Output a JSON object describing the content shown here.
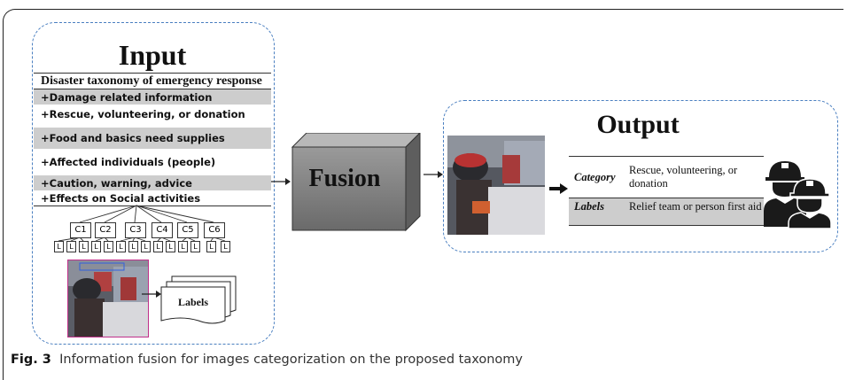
{
  "input": {
    "title": "Input",
    "taxonomy_header": "Disaster taxonomy of emergency  response",
    "taxonomy_items": [
      "+Damage related information",
      "+Rescue, volunteering, or donation",
      "+Food and basics need supplies",
      "+Affected individuals (people)",
      "+Caution, warning, advice",
      "+Effects on Social activities"
    ],
    "class_nodes": [
      "C1",
      "C2",
      "C3",
      "C4",
      "C5",
      "C6"
    ],
    "leaf_node_label": "L",
    "labels_doc": "Labels"
  },
  "fusion": {
    "label": "Fusion"
  },
  "output": {
    "title": "Output",
    "rows": [
      {
        "key": "Category",
        "value": "Rescue, volunteering, or donation"
      },
      {
        "key": "Labels",
        "value": "Relief team or person first aid"
      }
    ]
  },
  "caption": {
    "prefix": "Fig. 3",
    "text": "Information fusion for images categorization on the proposed taxonomy"
  },
  "colors": {
    "dashed_border": "#4a7fc0",
    "gray_band": "#cdcdcd",
    "fusion_box": "#7a7a7a"
  },
  "icons": [
    "firefighter-icon"
  ]
}
